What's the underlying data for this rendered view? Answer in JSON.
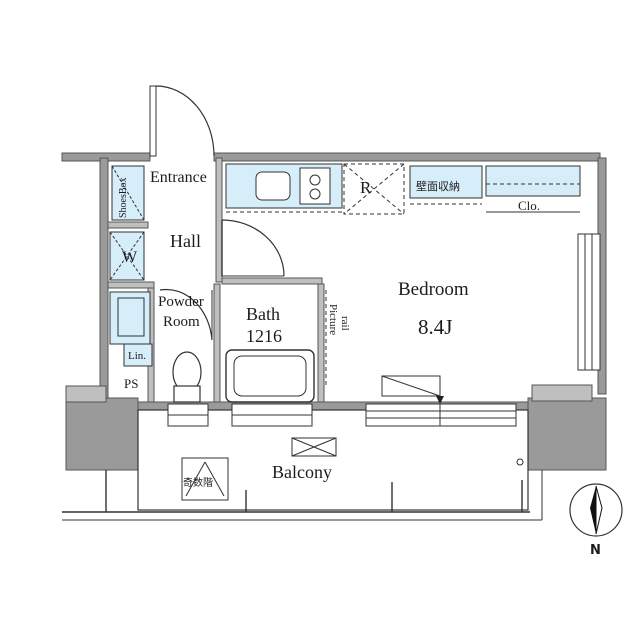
{
  "rooms": {
    "entrance": "Entrance",
    "hall": "Hall",
    "shoes_box": "ShoesBox",
    "washer": "W",
    "powder_room_line1": "Powder",
    "powder_room_line2": "Room",
    "linen": "Lin.",
    "ps": "PS",
    "bath_line1": "Bath",
    "bath_line2": "1216",
    "picture_rail_line1": "Picture",
    "picture_rail_line2": "rail",
    "refrigerator": "R",
    "wall_storage": "壁面収納",
    "closet": "Clo.",
    "bedroom": "Bedroom",
    "bedroom_size": "8.4J",
    "balcony": "Balcony",
    "emergency_stairs": "奇数階"
  },
  "compass": {
    "north_label": "N"
  },
  "colors": {
    "fixture_blue": "#d6eefa",
    "wall_gray": "#bfbfbf"
  }
}
